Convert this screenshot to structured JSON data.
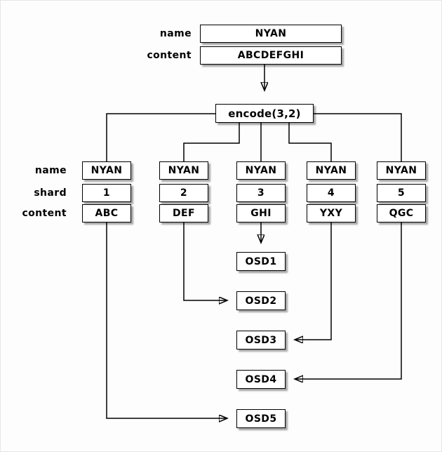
{
  "object": {
    "name_label": "name",
    "name_value": "NYAN",
    "content_label": "content",
    "content_value": "ABCDEFGHI"
  },
  "encode": {
    "label": "encode(3,2)"
  },
  "row_labels": {
    "name": "name",
    "shard": "shard",
    "content": "content"
  },
  "shards": [
    {
      "name": "NYAN",
      "shard": "1",
      "content": "ABC"
    },
    {
      "name": "NYAN",
      "shard": "2",
      "content": "DEF"
    },
    {
      "name": "NYAN",
      "shard": "3",
      "content": "GHI"
    },
    {
      "name": "NYAN",
      "shard": "4",
      "content": "YXY"
    },
    {
      "name": "NYAN",
      "shard": "5",
      "content": "QGC"
    }
  ],
  "osds": [
    {
      "label": "OSD1"
    },
    {
      "label": "OSD2"
    },
    {
      "label": "OSD3"
    },
    {
      "label": "OSD4"
    },
    {
      "label": "OSD5"
    }
  ],
  "connections": [
    {
      "from": "shard-1",
      "to": "OSD5"
    },
    {
      "from": "shard-2",
      "to": "OSD2"
    },
    {
      "from": "shard-3",
      "to": "OSD1"
    },
    {
      "from": "shard-4",
      "to": "OSD3"
    },
    {
      "from": "shard-5",
      "to": "OSD4"
    }
  ],
  "colors": {
    "line": "#000000",
    "box_fill": "#ffffff",
    "box_border": "#000000",
    "background": "#fdfdfd",
    "shadow": "#999999"
  }
}
